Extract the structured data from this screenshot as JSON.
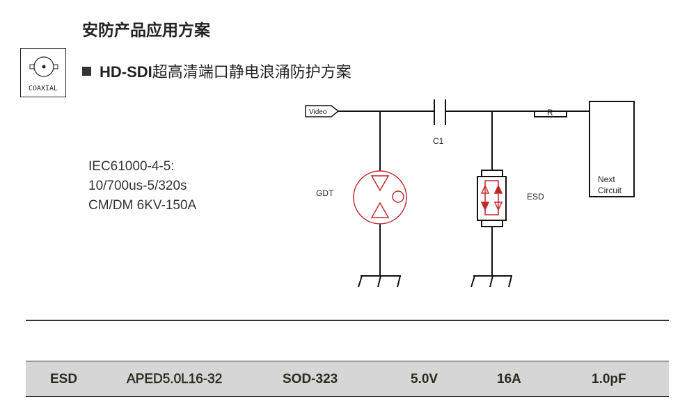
{
  "page_title": "安防产品应用方案",
  "coax_label": "COAXIAL",
  "subtitle_en": "HD-SDI",
  "subtitle_zh": "超高清端口静电浪涌防护方案",
  "spec_lines": [
    "IEC61000-4-5:",
    "10/700us-5/320s",
    "CM/DM 6KV-150A"
  ],
  "schematic": {
    "input": "Video",
    "capacitor": "C1",
    "resistor": "R",
    "gdt": "GDT",
    "esd": "ESD",
    "next_line1": "Next",
    "next_line2": "Circuit",
    "component_color": "#c0272d"
  },
  "table_row": {
    "type": "ESD",
    "part": "APED5.0L16-32",
    "package": "SOD-323",
    "voltage": "5.0V",
    "current": "16A",
    "capacitance": "1.0pF"
  }
}
